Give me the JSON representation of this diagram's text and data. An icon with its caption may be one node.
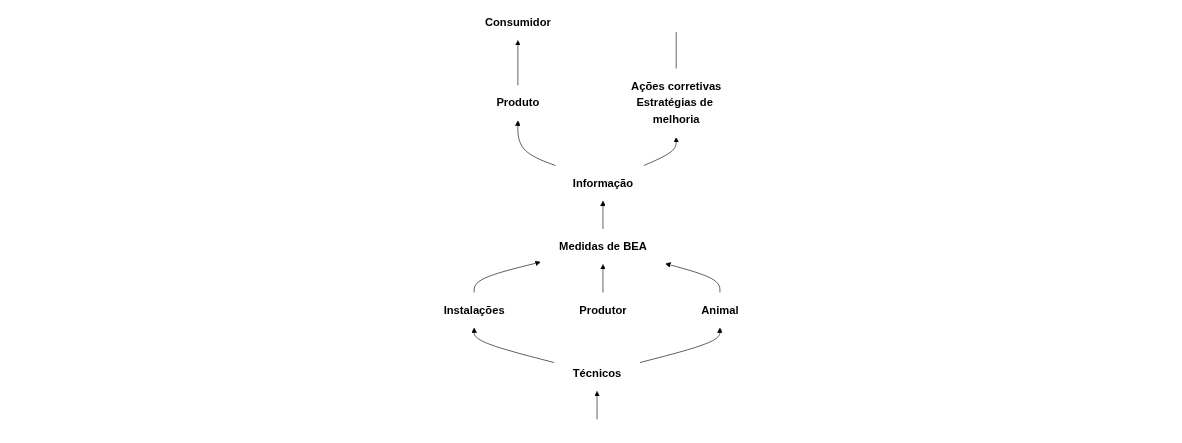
{
  "diagram": {
    "nodes": [
      {
        "text": [
          "Produto"
        ]
      },
      {
        "text": [
          "Informação"
        ]
      },
      {
        "text": [
          "Ações corretivas",
          "Estratégias de melhoria"
        ]
      },
      {
        "text": [
          "Consumidor"
        ]
      },
      {
        "text": [
          "Medidas de BEA"
        ]
      },
      {
        "text": [
          "Produtor"
        ]
      },
      {
        "text": [
          "Instalações"
        ]
      },
      {
        "text": [
          "Técnicos"
        ]
      },
      {
        "text": [
          "Animal"
        ]
      }
    ],
    "edges": [
      {
        "from": 1,
        "to": 0,
        "arrow": "to"
      },
      {
        "from": 1,
        "to": 2,
        "arrow": "to"
      },
      {
        "from": 0,
        "to": 3,
        "arrow": "to"
      },
      {
        "from": 4,
        "to": 1,
        "arrow": "to"
      },
      {
        "from": 6,
        "to": 4,
        "arrow": "to"
      },
      {
        "from": 5,
        "to": 4,
        "arrow": "to"
      },
      {
        "from": 8,
        "to": 4,
        "arrow": "to"
      },
      {
        "from": 7,
        "to": 6,
        "arrow": "to"
      },
      {
        "from": 7,
        "to": 8,
        "arrow": "to"
      },
      {
        "from": null,
        "to": 7,
        "arrow": "to"
      },
      {
        "from": 2,
        "to": null,
        "arrow": "none"
      }
    ]
  }
}
